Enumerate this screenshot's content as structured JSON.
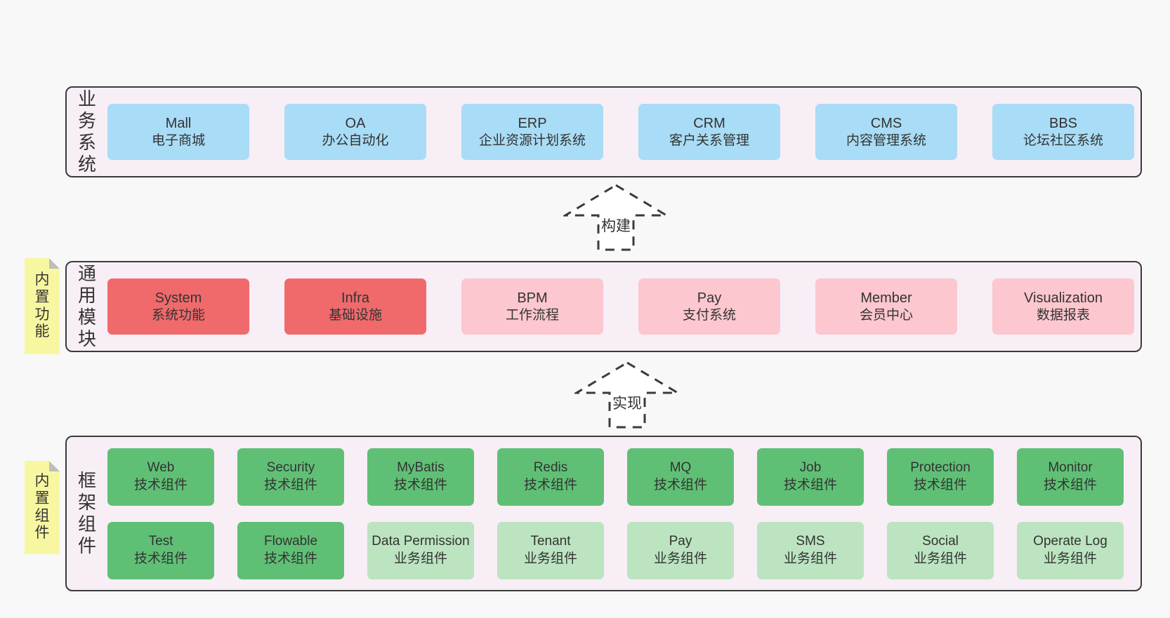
{
  "colors": {
    "background": "#f8f8f8",
    "layer_bg": "#f8eef6",
    "layer_border": "#3b3b3b",
    "blue": "#a9dcf6",
    "red": "#f06a6c",
    "pink": "#fcc7cf",
    "green_dark": "#5fc075",
    "green_light": "#bce4c1",
    "note_yellow": "#f8f7a1",
    "note_fold": "#bdbdbd",
    "text": "#333333"
  },
  "layers": [
    {
      "id": "business-systems",
      "label": "业务系统",
      "boxes": [
        {
          "name": "Mall",
          "desc": "电子商城",
          "color": "blue"
        },
        {
          "name": "OA",
          "desc": "办公自动化",
          "color": "blue"
        },
        {
          "name": "ERP",
          "desc": "企业资源计划系统",
          "color": "blue"
        },
        {
          "name": "CRM",
          "desc": "客户关系管理",
          "color": "blue"
        },
        {
          "name": "CMS",
          "desc": "内容管理系统",
          "color": "blue"
        },
        {
          "name": "BBS",
          "desc": "论坛社区系统",
          "color": "blue"
        }
      ]
    },
    {
      "id": "common-modules",
      "label": "通用模块",
      "note": "内置功能",
      "boxes": [
        {
          "name": "System",
          "desc": "系统功能",
          "color": "red"
        },
        {
          "name": "Infra",
          "desc": "基础设施",
          "color": "red"
        },
        {
          "name": "BPM",
          "desc": "工作流程",
          "color": "pink"
        },
        {
          "name": "Pay",
          "desc": "支付系统",
          "color": "pink"
        },
        {
          "name": "Member",
          "desc": "会员中心",
          "color": "pink"
        },
        {
          "name": "Visualization",
          "desc": "数据报表",
          "color": "pink"
        }
      ]
    },
    {
      "id": "framework-components",
      "label": "框架组件",
      "note": "内置组件",
      "rows": [
        [
          {
            "name": "Web",
            "desc": "技术组件",
            "color": "green_dark"
          },
          {
            "name": "Security",
            "desc": "技术组件",
            "color": "green_dark"
          },
          {
            "name": "MyBatis",
            "desc": "技术组件",
            "color": "green_dark"
          },
          {
            "name": "Redis",
            "desc": "技术组件",
            "color": "green_dark"
          },
          {
            "name": "MQ",
            "desc": "技术组件",
            "color": "green_dark"
          },
          {
            "name": "Job",
            "desc": "技术组件",
            "color": "green_dark"
          },
          {
            "name": "Protection",
            "desc": "技术组件",
            "color": "green_dark"
          },
          {
            "name": "Monitor",
            "desc": "技术组件",
            "color": "green_dark"
          }
        ],
        [
          {
            "name": "Test",
            "desc": "技术组件",
            "color": "green_dark"
          },
          {
            "name": "Flowable",
            "desc": "技术组件",
            "color": "green_dark"
          },
          {
            "name": "Data Permission",
            "desc": "业务组件",
            "color": "green_light"
          },
          {
            "name": "Tenant",
            "desc": "业务组件",
            "color": "green_light"
          },
          {
            "name": "Pay",
            "desc": "业务组件",
            "color": "green_light"
          },
          {
            "name": "SMS",
            "desc": "业务组件",
            "color": "green_light"
          },
          {
            "name": "Social",
            "desc": "业务组件",
            "color": "green_light"
          },
          {
            "name": "Operate Log",
            "desc": "业务组件",
            "color": "green_light"
          }
        ]
      ]
    }
  ],
  "arrows": [
    {
      "label": "构建"
    },
    {
      "label": "实现"
    }
  ]
}
